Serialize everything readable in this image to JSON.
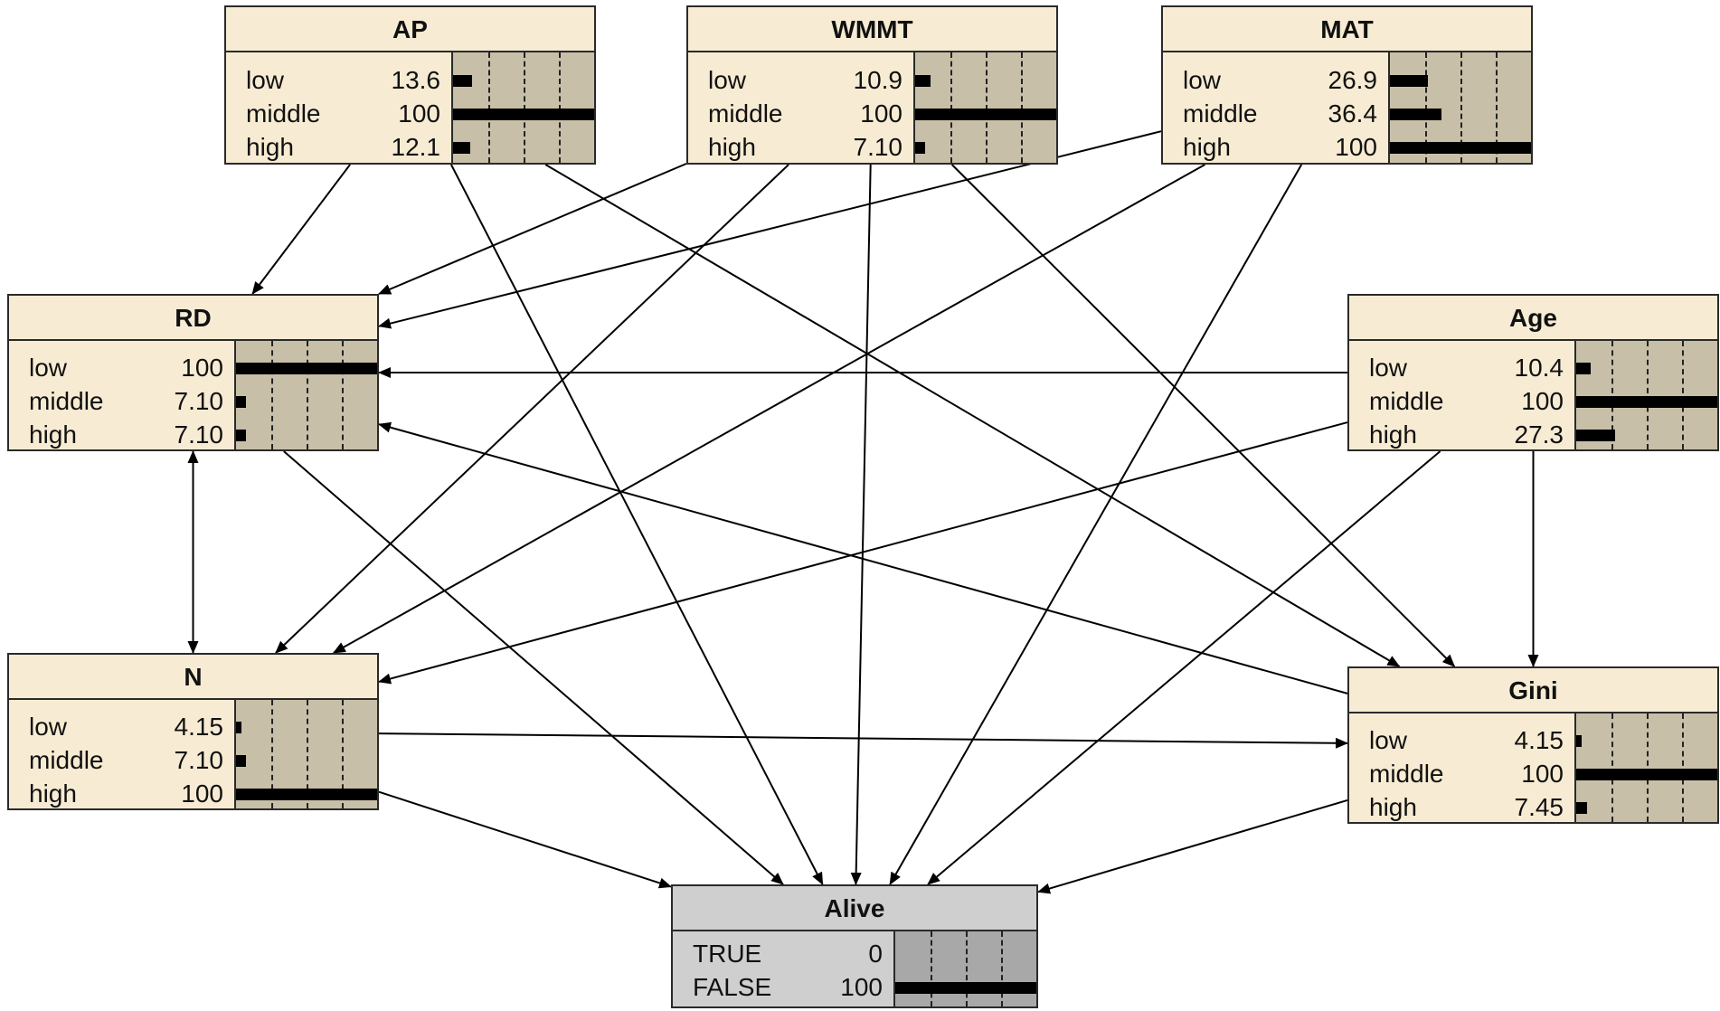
{
  "nodes": {
    "ap": {
      "title": "AP",
      "states": [
        {
          "label": "low",
          "value": "13.6",
          "fraction": 0.136
        },
        {
          "label": "middle",
          "value": "100",
          "fraction": 1.0
        },
        {
          "label": "high",
          "value": "12.1",
          "fraction": 0.121
        }
      ]
    },
    "wmmt": {
      "title": "WMMT",
      "states": [
        {
          "label": "low",
          "value": "10.9",
          "fraction": 0.109
        },
        {
          "label": "middle",
          "value": "100",
          "fraction": 1.0
        },
        {
          "label": "high",
          "value": "7.10",
          "fraction": 0.071
        }
      ]
    },
    "mat": {
      "title": "MAT",
      "states": [
        {
          "label": "low",
          "value": "26.9",
          "fraction": 0.269
        },
        {
          "label": "middle",
          "value": "36.4",
          "fraction": 0.364
        },
        {
          "label": "high",
          "value": "100",
          "fraction": 1.0
        }
      ]
    },
    "rd": {
      "title": "RD",
      "states": [
        {
          "label": "low",
          "value": "100",
          "fraction": 1.0
        },
        {
          "label": "middle",
          "value": "7.10",
          "fraction": 0.071
        },
        {
          "label": "high",
          "value": "7.10",
          "fraction": 0.071
        }
      ]
    },
    "age": {
      "title": "Age",
      "states": [
        {
          "label": "low",
          "value": "10.4",
          "fraction": 0.104
        },
        {
          "label": "middle",
          "value": "100",
          "fraction": 1.0
        },
        {
          "label": "high",
          "value": "27.3",
          "fraction": 0.273
        }
      ]
    },
    "n": {
      "title": "N",
      "states": [
        {
          "label": "low",
          "value": "4.15",
          "fraction": 0.0415
        },
        {
          "label": "middle",
          "value": "7.10",
          "fraction": 0.071
        },
        {
          "label": "high",
          "value": "100",
          "fraction": 1.0
        }
      ]
    },
    "gini": {
      "title": "Gini",
      "states": [
        {
          "label": "low",
          "value": "4.15",
          "fraction": 0.0415
        },
        {
          "label": "middle",
          "value": "100",
          "fraction": 1.0
        },
        {
          "label": "high",
          "value": "7.45",
          "fraction": 0.0745
        }
      ]
    },
    "alive": {
      "title": "Alive",
      "states": [
        {
          "label": "TRUE",
          "value": "0",
          "fraction": 0.0
        },
        {
          "label": "FALSE",
          "value": "100",
          "fraction": 1.0
        }
      ]
    }
  },
  "edges": [
    {
      "from": "ap",
      "to": "rd"
    },
    {
      "from": "ap",
      "to": "alive"
    },
    {
      "from": "ap",
      "to": "gini"
    },
    {
      "from": "wmmt",
      "to": "rd"
    },
    {
      "from": "wmmt",
      "to": "n"
    },
    {
      "from": "wmmt",
      "to": "alive"
    },
    {
      "from": "wmmt",
      "to": "gini"
    },
    {
      "from": "mat",
      "to": "rd"
    },
    {
      "from": "mat",
      "to": "n"
    },
    {
      "from": "mat",
      "to": "alive"
    },
    {
      "from": "age",
      "to": "rd"
    },
    {
      "from": "age",
      "to": "n"
    },
    {
      "from": "age",
      "to": "alive"
    },
    {
      "from": "age",
      "to": "gini"
    },
    {
      "from": "rd",
      "to": "n"
    },
    {
      "from": "rd",
      "to": "alive"
    },
    {
      "from": "n",
      "to": "rd"
    },
    {
      "from": "n",
      "to": "gini"
    },
    {
      "from": "n",
      "to": "alive"
    },
    {
      "from": "gini",
      "to": "rd"
    },
    {
      "from": "gini",
      "to": "alive"
    }
  ]
}
